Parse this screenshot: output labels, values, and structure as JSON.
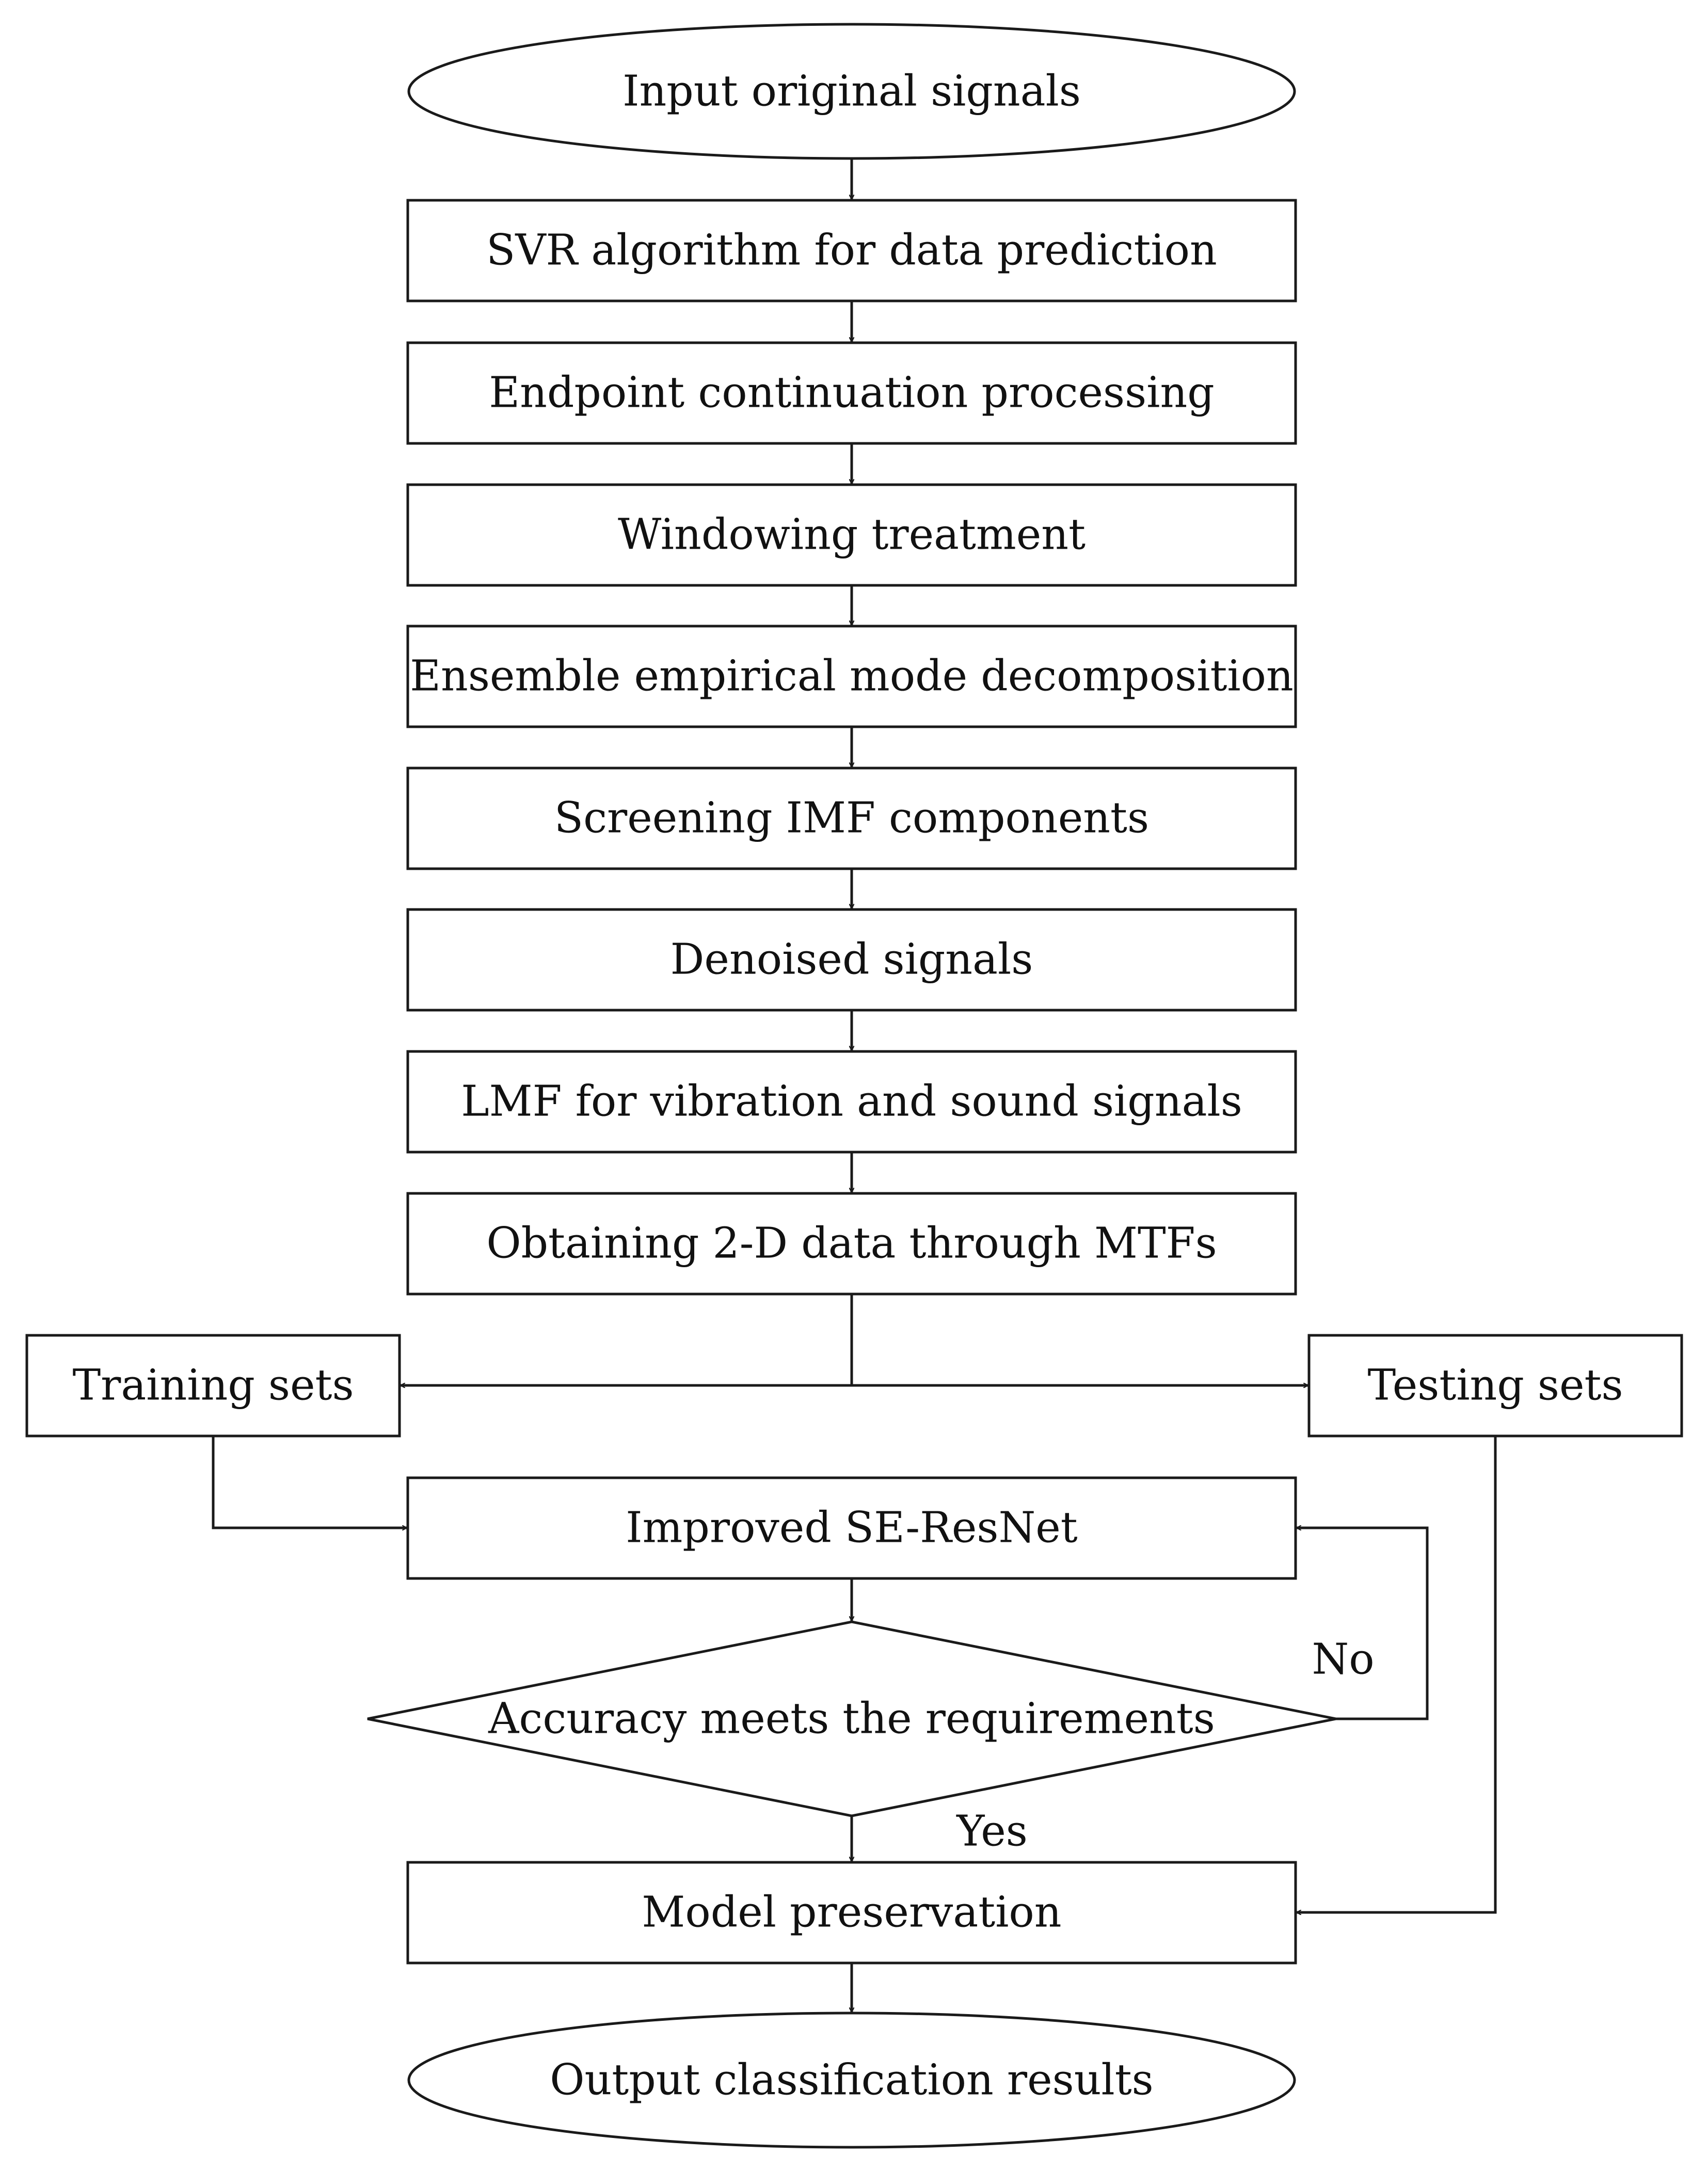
{
  "diagram": {
    "start": "Input original signals",
    "steps": [
      "SVR algorithm for data prediction",
      "Endpoint continuation processing",
      "Windowing treatment",
      "Ensemble empirical mode decomposition",
      "Screening IMF components",
      "Denoised signals",
      "LMF for vibration and sound signals",
      "Obtaining 2-D data through MTFs"
    ],
    "training_sets": "Training sets",
    "testing_sets": "Testing sets",
    "model": "Improved SE-ResNet",
    "decision": "Accuracy meets the requirements",
    "no_label": "No",
    "yes_label": "Yes",
    "save": "Model preservation",
    "end": "Output classification results"
  }
}
